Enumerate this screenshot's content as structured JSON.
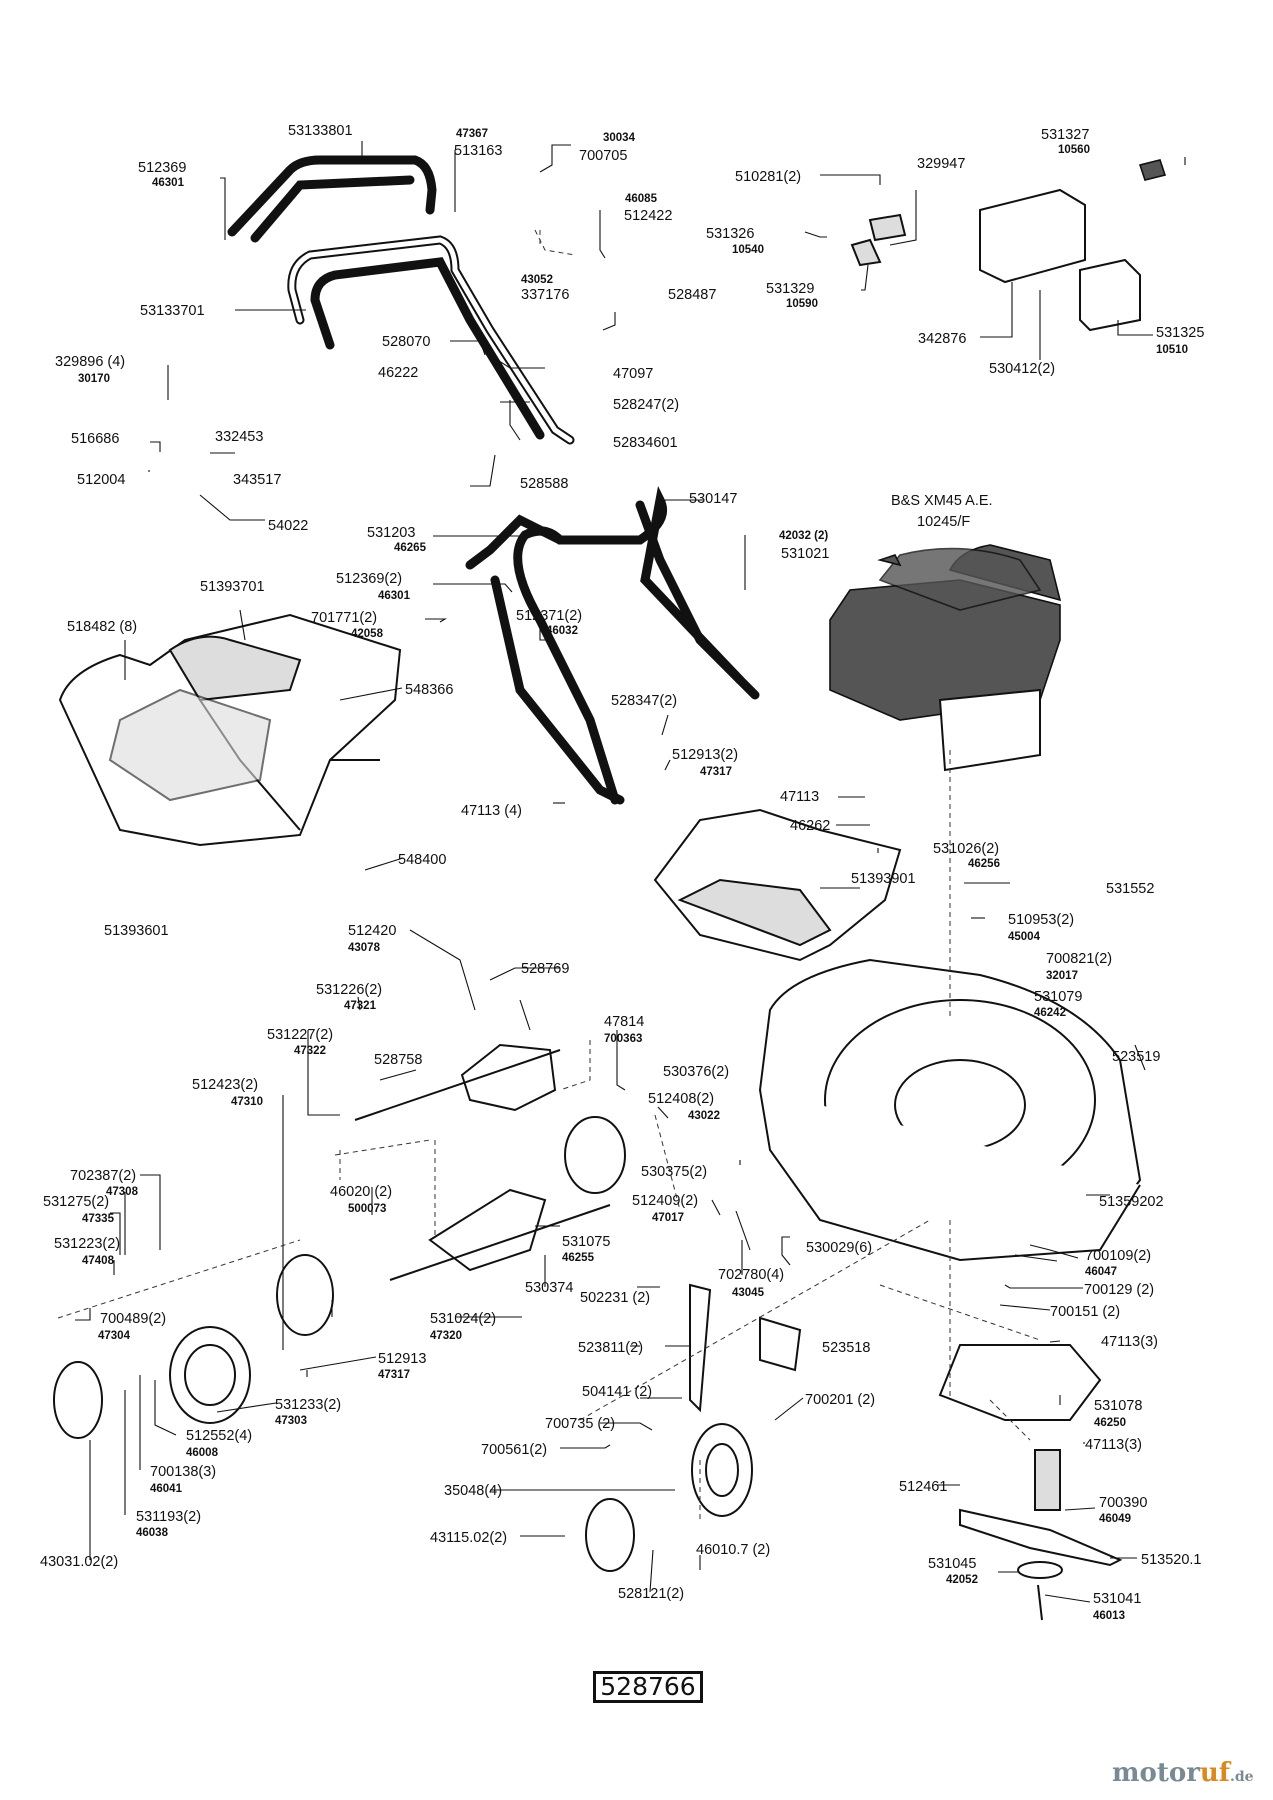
{
  "model_number": "528766",
  "watermark": {
    "brand_main": "motor",
    "brand_accent": "uf",
    "tld": ".de"
  },
  "engine": {
    "line1": "B&S XM45 A.E.",
    "line2": "10245/F"
  },
  "labels": [
    {
      "id": "53133801",
      "text": "53133801"
    },
    {
      "id": "47367",
      "text": "47367"
    },
    {
      "id": "513163",
      "text": "513163"
    },
    {
      "id": "30034",
      "text": "30034"
    },
    {
      "id": "700705",
      "text": "700705"
    },
    {
      "id": "512369",
      "text": "512369"
    },
    {
      "id": "46301a",
      "text": "46301"
    },
    {
      "id": "46085",
      "text": "46085"
    },
    {
      "id": "512422",
      "text": "512422"
    },
    {
      "id": "43052",
      "text": "43052"
    },
    {
      "id": "337176",
      "text": "337176"
    },
    {
      "id": "528487",
      "text": "528487"
    },
    {
      "id": "53133701",
      "text": "53133701"
    },
    {
      "id": "528070",
      "text": "528070"
    },
    {
      "id": "46222",
      "text": "46222"
    },
    {
      "id": "47097",
      "text": "47097"
    },
    {
      "id": "528247",
      "text": "528247(2)"
    },
    {
      "id": "52834601",
      "text": "52834601"
    },
    {
      "id": "528588",
      "text": "528588"
    },
    {
      "id": "329896",
      "text": "329896 (4)"
    },
    {
      "id": "30170",
      "text": "30170"
    },
    {
      "id": "516686",
      "text": "516686"
    },
    {
      "id": "332453",
      "text": "332453"
    },
    {
      "id": "512004",
      "text": "512004"
    },
    {
      "id": "343517",
      "text": "343517"
    },
    {
      "id": "54022",
      "text": "54022"
    },
    {
      "id": "510281",
      "text": "510281(2)"
    },
    {
      "id": "329947",
      "text": "329947"
    },
    {
      "id": "531327",
      "text": "531327"
    },
    {
      "id": "10560",
      "text": "10560"
    },
    {
      "id": "531326",
      "text": "531326"
    },
    {
      "id": "10540",
      "text": "10540"
    },
    {
      "id": "531329",
      "text": "531329"
    },
    {
      "id": "10590",
      "text": "10590"
    },
    {
      "id": "342876",
      "text": "342876"
    },
    {
      "id": "530412",
      "text": "530412(2)"
    },
    {
      "id": "531325",
      "text": "531325"
    },
    {
      "id": "10510",
      "text": "10510"
    },
    {
      "id": "530147",
      "text": "530147"
    },
    {
      "id": "531203",
      "text": "531203"
    },
    {
      "id": "46265",
      "text": "46265"
    },
    {
      "id": "512369b",
      "text": "512369(2)"
    },
    {
      "id": "46301b",
      "text": "46301"
    },
    {
      "id": "701771",
      "text": "701771(2)"
    },
    {
      "id": "42058",
      "text": "42058"
    },
    {
      "id": "512371",
      "text": "512371(2)"
    },
    {
      "id": "46032",
      "text": "46032"
    },
    {
      "id": "42032",
      "text": "42032 (2)"
    },
    {
      "id": "531021",
      "text": "531021"
    },
    {
      "id": "51393701",
      "text": "51393701"
    },
    {
      "id": "518482",
      "text": "518482 (8)"
    },
    {
      "id": "548366",
      "text": "548366"
    },
    {
      "id": "528347",
      "text": "528347(2)"
    },
    {
      "id": "512913a",
      "text": "512913(2)"
    },
    {
      "id": "47317a",
      "text": "47317"
    },
    {
      "id": "47113a",
      "text": "47113 (4)"
    },
    {
      "id": "47113b",
      "text": "47113"
    },
    {
      "id": "46262",
      "text": "46262"
    },
    {
      "id": "548400",
      "text": "548400"
    },
    {
      "id": "51393601",
      "text": "51393601"
    },
    {
      "id": "531026",
      "text": "531026(2)"
    },
    {
      "id": "46256",
      "text": "46256"
    },
    {
      "id": "51393901",
      "text": "51393901"
    },
    {
      "id": "531552",
      "text": "531552"
    },
    {
      "id": "510953",
      "text": "510953(2)"
    },
    {
      "id": "45004",
      "text": "45004"
    },
    {
      "id": "512420",
      "text": "512420"
    },
    {
      "id": "43078",
      "text": "43078"
    },
    {
      "id": "528769",
      "text": "528769"
    },
    {
      "id": "700821",
      "text": "700821(2)"
    },
    {
      "id": "32017",
      "text": "32017"
    },
    {
      "id": "531079",
      "text": "531079"
    },
    {
      "id": "46242",
      "text": "46242"
    },
    {
      "id": "531226",
      "text": "531226(2)"
    },
    {
      "id": "47321",
      "text": "47321"
    },
    {
      "id": "531227",
      "text": "531227(2)"
    },
    {
      "id": "47322",
      "text": "47322"
    },
    {
      "id": "47814",
      "text": "47814"
    },
    {
      "id": "700363",
      "text": "700363"
    },
    {
      "id": "528758",
      "text": "528758"
    },
    {
      "id": "530376",
      "text": "530376(2)"
    },
    {
      "id": "523519",
      "text": "523519"
    },
    {
      "id": "512423",
      "text": "512423(2)"
    },
    {
      "id": "47310",
      "text": "47310"
    },
    {
      "id": "512408",
      "text": "512408(2)"
    },
    {
      "id": "43022",
      "text": "43022"
    },
    {
      "id": "702387",
      "text": "702387(2)"
    },
    {
      "id": "47308",
      "text": "47308"
    },
    {
      "id": "46020",
      "text": "46020 (2)"
    },
    {
      "id": "500073",
      "text": "500073"
    },
    {
      "id": "530375",
      "text": "530375(2)"
    },
    {
      "id": "531275",
      "text": "531275(2)"
    },
    {
      "id": "47335",
      "text": "47335"
    },
    {
      "id": "512409",
      "text": "512409(2)"
    },
    {
      "id": "47017",
      "text": "47017"
    },
    {
      "id": "51359202",
      "text": "51359202"
    },
    {
      "id": "531223",
      "text": "531223(2)"
    },
    {
      "id": "47408",
      "text": "47408"
    },
    {
      "id": "531075",
      "text": "531075"
    },
    {
      "id": "46255",
      "text": "46255"
    },
    {
      "id": "530029",
      "text": "530029(6)"
    },
    {
      "id": "700109",
      "text": "700109(2)"
    },
    {
      "id": "46047",
      "text": "46047"
    },
    {
      "id": "702780",
      "text": "702780(4)"
    },
    {
      "id": "43045",
      "text": "43045"
    },
    {
      "id": "530374",
      "text": "530374"
    },
    {
      "id": "700129",
      "text": "700129 (2)"
    },
    {
      "id": "502231",
      "text": "502231 (2)"
    },
    {
      "id": "700151",
      "text": "700151 (2)"
    },
    {
      "id": "700489",
      "text": "700489(2)"
    },
    {
      "id": "47304",
      "text": "47304"
    },
    {
      "id": "531024",
      "text": "531024(2)"
    },
    {
      "id": "47320",
      "text": "47320"
    },
    {
      "id": "523811",
      "text": "523811(2)"
    },
    {
      "id": "523518",
      "text": "523518"
    },
    {
      "id": "47113c",
      "text": "47113(3)"
    },
    {
      "id": "512913b",
      "text": "512913"
    },
    {
      "id": "47317b",
      "text": "47317"
    },
    {
      "id": "531233",
      "text": "531233(2)"
    },
    {
      "id": "47303",
      "text": "47303"
    },
    {
      "id": "504141",
      "text": "504141 (2)"
    },
    {
      "id": "700201",
      "text": "700201 (2)"
    },
    {
      "id": "531078",
      "text": "531078"
    },
    {
      "id": "46250",
      "text": "46250"
    },
    {
      "id": "512552",
      "text": "512552(4)"
    },
    {
      "id": "46008",
      "text": "46008"
    },
    {
      "id": "700735",
      "text": "700735 (2)"
    },
    {
      "id": "47113d",
      "text": "47113(3)"
    },
    {
      "id": "700561",
      "text": "700561(2)"
    },
    {
      "id": "700138",
      "text": "700138(3)"
    },
    {
      "id": "46041",
      "text": "46041"
    },
    {
      "id": "35048",
      "text": "35048(4)"
    },
    {
      "id": "512461",
      "text": "512461"
    },
    {
      "id": "700390",
      "text": "700390"
    },
    {
      "id": "46049",
      "text": "46049"
    },
    {
      "id": "531193",
      "text": "531193(2)"
    },
    {
      "id": "46038",
      "text": "46038"
    },
    {
      "id": "43115",
      "text": "43115.02(2)"
    },
    {
      "id": "46010",
      "text": "46010.7 (2)"
    },
    {
      "id": "43031",
      "text": "43031.02(2)"
    },
    {
      "id": "531045",
      "text": "531045"
    },
    {
      "id": "42052",
      "text": "42052"
    },
    {
      "id": "513520",
      "text": "513520.1"
    },
    {
      "id": "528121",
      "text": "528121(2)"
    },
    {
      "id": "531041",
      "text": "531041"
    },
    {
      "id": "46013",
      "text": "46013"
    }
  ]
}
